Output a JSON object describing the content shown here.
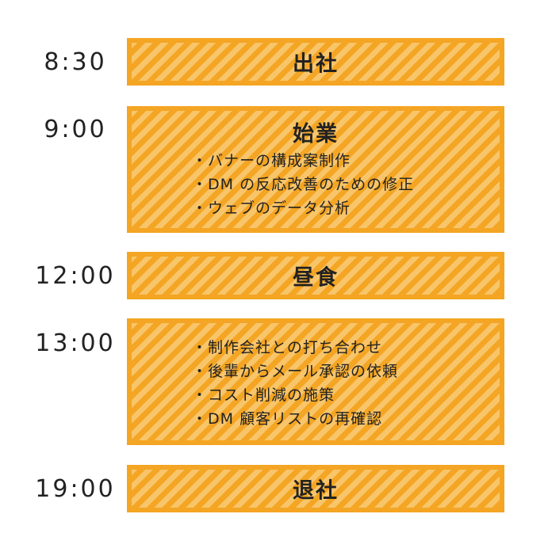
{
  "schedule": [
    {
      "time": "8:30",
      "title": "出社",
      "items": []
    },
    {
      "time": "9:00",
      "title": "始業",
      "items": [
        "バナーの構成案制作",
        "DM の反応改善のための修正",
        "ウェブのデータ分析"
      ]
    },
    {
      "time": "12:00",
      "title": "昼食",
      "items": []
    },
    {
      "time": "13:00",
      "title": "",
      "items": [
        "制作会社との打ち合わせ",
        "後輩からメール承認の依頼",
        "コスト削減の施策",
        "DM 顧客リストの再確認"
      ]
    },
    {
      "time": "19:00",
      "title": "退社",
      "items": []
    }
  ],
  "colors": {
    "block_fill": "#f4a523",
    "stripe_light": "#f8c56a",
    "text": "#222222"
  }
}
